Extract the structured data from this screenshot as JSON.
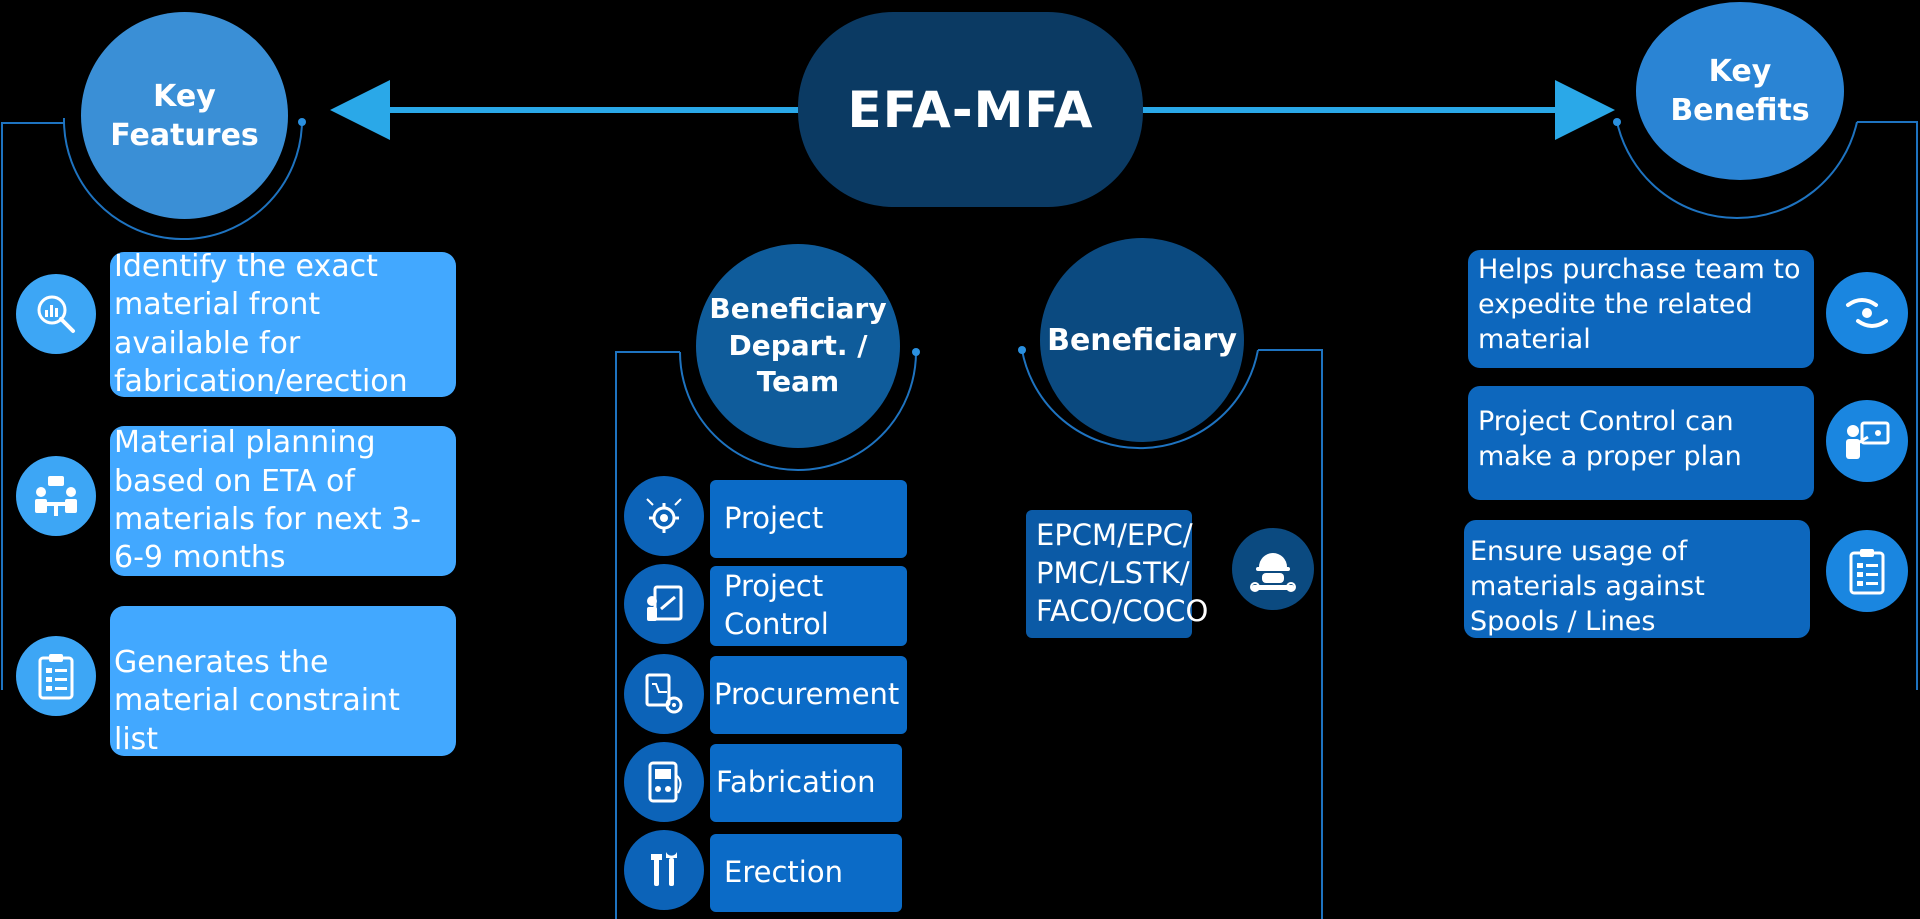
{
  "title": "EFA-MFA",
  "key_features": {
    "heading_line1": "Key",
    "heading_line2": "Features",
    "items": [
      {
        "text": "Identify the exact material front available for fabrication/erection",
        "icon": "search-chart-icon"
      },
      {
        "text": "Material planning based on ETA of materials for next 3-6-9 months",
        "icon": "meeting-icon"
      },
      {
        "text": "Generates the material constraint list",
        "icon": "clipboard-icon"
      }
    ]
  },
  "beneficiary_departments": {
    "heading_line1": "Beneficiary",
    "heading_line2": "Depart. /",
    "heading_line3": "Team",
    "items": [
      {
        "label": "Project",
        "icon": "project-gear-icon"
      },
      {
        "label": "Project Control",
        "icon": "project-control-icon"
      },
      {
        "label": "Procurement",
        "icon": "procurement-cart-icon"
      },
      {
        "label": "Fabrication",
        "icon": "fabrication-machine-icon"
      },
      {
        "label": "Erection",
        "icon": "tools-icon"
      }
    ]
  },
  "beneficiary": {
    "heading": "Beneficiary",
    "text_line1": "EPCM/EPC/",
    "text_line2": "PMC/LSTK/",
    "text_line3": "FACO/COCO",
    "icon": "engineer-helmet-icon"
  },
  "key_benefits": {
    "heading_line1": "Key",
    "heading_line2": "Benefits",
    "items": [
      {
        "text": "Helps purchase team to expedite the related material",
        "icon": "handshake-icon"
      },
      {
        "text": "Project Control can make a proper plan",
        "icon": "presenter-icon"
      },
      {
        "text": "Ensure usage of materials against Spools / Lines",
        "icon": "checklist-icon"
      }
    ]
  },
  "colors": {
    "background": "#000000",
    "title_box": "#0b3a63",
    "arrow": "#2aa8e8",
    "feature_box": "#42a8ff",
    "benefit_box": "#0d67bd",
    "department_box": "#0b6bc7"
  }
}
